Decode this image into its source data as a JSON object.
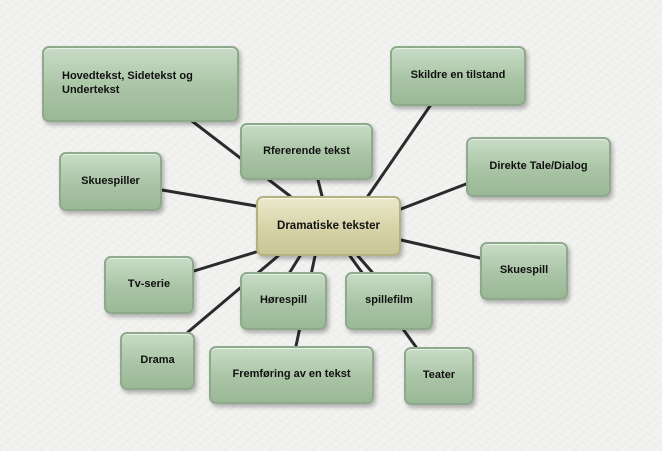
{
  "diagram": {
    "center": "Dramatiske tekster",
    "nodes": [
      {
        "id": "hovedtekst",
        "label": "Hovedtekst, Sidetekst og Undertekst"
      },
      {
        "id": "skildre",
        "label": "Skildre en tilstand"
      },
      {
        "id": "refererende",
        "label": "Rfererende tekst"
      },
      {
        "id": "skuespiller",
        "label": "Skuespiller"
      },
      {
        "id": "direkte",
        "label": "Direkte Tale/Dialog"
      },
      {
        "id": "skuespill",
        "label": "Skuespill"
      },
      {
        "id": "tvserie",
        "label": "Tv-serie"
      },
      {
        "id": "horespill",
        "label": "Hørespill"
      },
      {
        "id": "spillefilm",
        "label": "spillefilm"
      },
      {
        "id": "drama",
        "label": "Drama"
      },
      {
        "id": "fremforing",
        "label": "Fremføring av en tekst"
      },
      {
        "id": "teater",
        "label": "Teater"
      }
    ],
    "colors": {
      "node_fill": "#a9c4a5",
      "node_border": "#8ea98c",
      "center_fill": "#d6d3a8",
      "line": "#2b2b2b"
    }
  }
}
